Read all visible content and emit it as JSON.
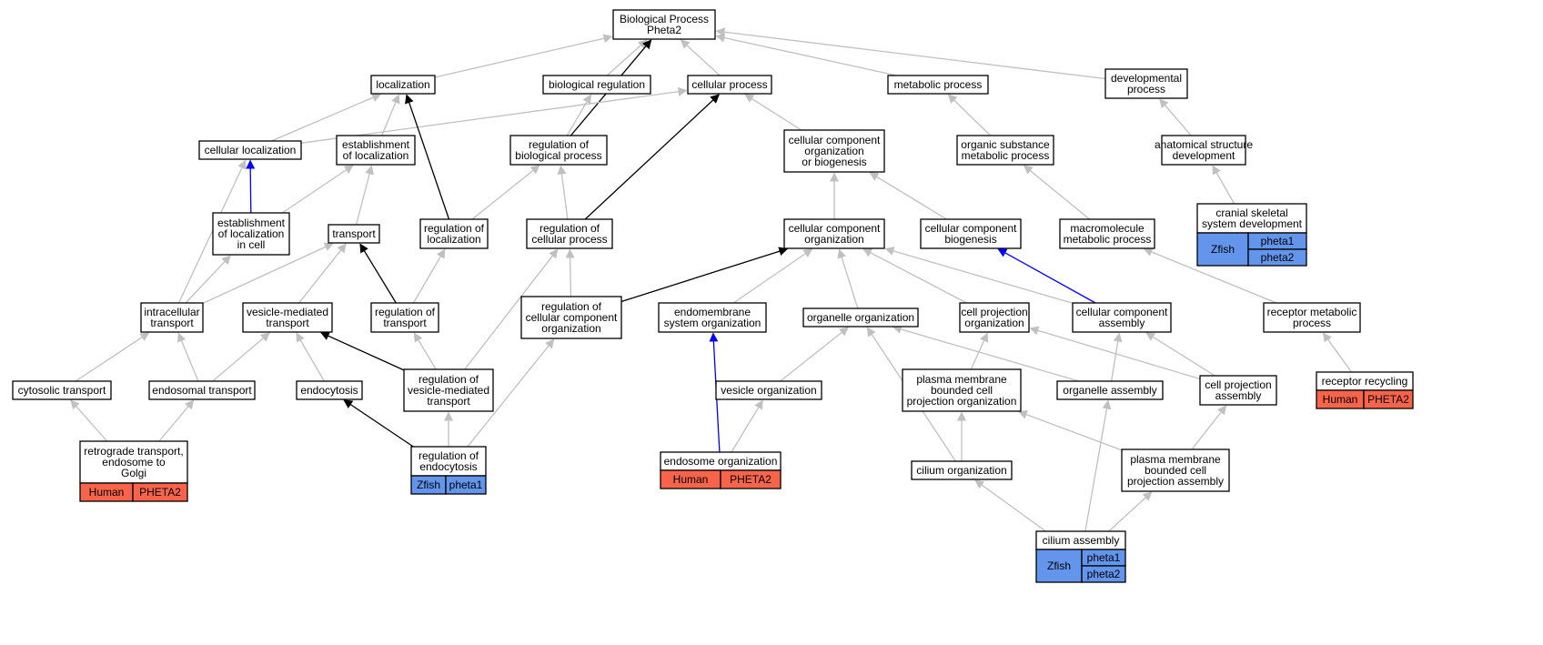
{
  "colors": {
    "gray_edge": "#c0c0c0",
    "black_edge": "#000000",
    "blue_edge": "#0000ff",
    "human_fill": "#f7644a",
    "zfish_fill": "#6495ed"
  },
  "nodes": [
    {
      "id": "bp",
      "lines": [
        "Biological Process",
        "Pheta2"
      ]
    },
    {
      "id": "loc",
      "lines": [
        "localization"
      ]
    },
    {
      "id": "bioreg",
      "lines": [
        "biological regulation"
      ]
    },
    {
      "id": "cellproc",
      "lines": [
        "cellular process"
      ]
    },
    {
      "id": "metab",
      "lines": [
        "metabolic process"
      ]
    },
    {
      "id": "dev",
      "lines": [
        "developmental",
        "process"
      ]
    },
    {
      "id": "cellloc",
      "lines": [
        "cellular localization"
      ]
    },
    {
      "id": "estloc",
      "lines": [
        "establishment",
        "of localization"
      ]
    },
    {
      "id": "regbp",
      "lines": [
        "regulation of",
        "biological process"
      ]
    },
    {
      "id": "ccob",
      "lines": [
        "cellular component",
        "organization",
        "or biogenesis"
      ]
    },
    {
      "id": "osmp",
      "lines": [
        "organic substance",
        "metabolic process"
      ]
    },
    {
      "id": "asd",
      "lines": [
        "anatomical structure",
        "development"
      ]
    },
    {
      "id": "estlocc",
      "lines": [
        "establishment",
        "of localization",
        "in cell"
      ]
    },
    {
      "id": "transport",
      "lines": [
        "transport"
      ]
    },
    {
      "id": "regloc",
      "lines": [
        "regulation of",
        "localization"
      ]
    },
    {
      "id": "regcp",
      "lines": [
        "regulation of",
        "cellular process"
      ]
    },
    {
      "id": "cco",
      "lines": [
        "cellular component",
        "organization"
      ]
    },
    {
      "id": "ccb",
      "lines": [
        "cellular component",
        "biogenesis"
      ]
    },
    {
      "id": "mmp",
      "lines": [
        "macromolecule",
        "metabolic process"
      ]
    },
    {
      "id": "intra",
      "lines": [
        "intracellular",
        "transport"
      ]
    },
    {
      "id": "vmt",
      "lines": [
        "vesicle-mediated",
        "transport"
      ]
    },
    {
      "id": "regtr",
      "lines": [
        "regulation of",
        "transport"
      ]
    },
    {
      "id": "regcco",
      "lines": [
        "regulation of",
        "cellular component",
        "organization"
      ]
    },
    {
      "id": "eso",
      "lines": [
        "endomembrane",
        "system organization"
      ]
    },
    {
      "id": "orgorg",
      "lines": [
        "organelle organization"
      ]
    },
    {
      "id": "cpo",
      "lines": [
        "cell projection",
        "organization"
      ]
    },
    {
      "id": "cca",
      "lines": [
        "cellular component",
        "assembly"
      ]
    },
    {
      "id": "rmp",
      "lines": [
        "receptor metabolic",
        "process"
      ]
    },
    {
      "id": "cyto",
      "lines": [
        "cytosolic transport"
      ]
    },
    {
      "id": "endotr",
      "lines": [
        "endosomal transport"
      ]
    },
    {
      "id": "endocyt",
      "lines": [
        "endocytosis"
      ]
    },
    {
      "id": "regvmt",
      "lines": [
        "regulation of",
        "vesicle-mediated",
        "transport"
      ]
    },
    {
      "id": "vesorg",
      "lines": [
        "vesicle organization"
      ]
    },
    {
      "id": "pmbcpo",
      "lines": [
        "plasma membrane",
        "bounded cell",
        "projection organization"
      ]
    },
    {
      "id": "orgasm",
      "lines": [
        "organelle assembly"
      ]
    },
    {
      "id": "cpa",
      "lines": [
        "cell projection",
        "assembly"
      ]
    },
    {
      "id": "cilorg",
      "lines": [
        "cilium organization"
      ]
    },
    {
      "id": "pmbcpa",
      "lines": [
        "plasma membrane",
        "bounded cell",
        "projection assembly"
      ]
    }
  ],
  "table_nodes": [
    {
      "id": "csd",
      "lines": [
        "cranial skeletal",
        "system development"
      ],
      "org": "Zfish",
      "genes": [
        "pheta1",
        "pheta2"
      ]
    },
    {
      "id": "rr",
      "lines": [
        "receptor recycling"
      ],
      "org": "Human",
      "genes": [
        "PHETA2"
      ]
    },
    {
      "id": "rteg",
      "lines": [
        "retrograde transport,",
        "endosome to",
        "Golgi"
      ],
      "org": "Human",
      "genes": [
        "PHETA2"
      ]
    },
    {
      "id": "regendo",
      "lines": [
        "regulation of",
        "endocytosis"
      ],
      "org": "Zfish",
      "genes": [
        "pheta1"
      ]
    },
    {
      "id": "endoorg",
      "lines": [
        "endosome organization"
      ],
      "org": "Human",
      "genes": [
        "PHETA2"
      ]
    },
    {
      "id": "cilasm",
      "lines": [
        "cilium assembly"
      ],
      "org": "Zfish",
      "genes": [
        "pheta1",
        "pheta2"
      ]
    }
  ],
  "edges": [
    {
      "from": "loc",
      "to": "bp",
      "color": "gray"
    },
    {
      "from": "bioreg",
      "to": "bp",
      "color": "gray"
    },
    {
      "from": "cellproc",
      "to": "bp",
      "color": "gray"
    },
    {
      "from": "metab",
      "to": "bp",
      "color": "gray"
    },
    {
      "from": "dev",
      "to": "bp",
      "color": "gray"
    },
    {
      "from": "regbp",
      "to": "bp",
      "color": "black"
    },
    {
      "from": "cellloc",
      "to": "loc",
      "color": "gray"
    },
    {
      "from": "cellloc",
      "to": "cellproc",
      "color": "gray"
    },
    {
      "from": "estloc",
      "to": "loc",
      "color": "gray"
    },
    {
      "from": "regbp",
      "to": "bioreg",
      "color": "gray"
    },
    {
      "from": "ccob",
      "to": "cellproc",
      "color": "gray"
    },
    {
      "from": "osmp",
      "to": "metab",
      "color": "gray"
    },
    {
      "from": "asd",
      "to": "dev",
      "color": "gray"
    },
    {
      "from": "estlocc",
      "to": "cellloc",
      "color": "blue"
    },
    {
      "from": "estlocc",
      "to": "estloc",
      "color": "gray"
    },
    {
      "from": "transport",
      "to": "estloc",
      "color": "gray"
    },
    {
      "from": "regloc",
      "to": "loc",
      "color": "black"
    },
    {
      "from": "regloc",
      "to": "regbp",
      "color": "gray"
    },
    {
      "from": "regcp",
      "to": "regbp",
      "color": "gray"
    },
    {
      "from": "regcp",
      "to": "cellproc",
      "color": "black"
    },
    {
      "from": "cco",
      "to": "ccob",
      "color": "gray"
    },
    {
      "from": "ccb",
      "to": "ccob",
      "color": "gray"
    },
    {
      "from": "mmp",
      "to": "osmp",
      "color": "gray"
    },
    {
      "from": "csd",
      "to": "asd",
      "color": "gray"
    },
    {
      "from": "intra",
      "to": "cellloc",
      "color": "gray"
    },
    {
      "from": "intra",
      "to": "estlocc",
      "color": "gray"
    },
    {
      "from": "intra",
      "to": "transport",
      "color": "gray"
    },
    {
      "from": "vmt",
      "to": "transport",
      "color": "gray"
    },
    {
      "from": "regtr",
      "to": "transport",
      "color": "black"
    },
    {
      "from": "regtr",
      "to": "regloc",
      "color": "gray"
    },
    {
      "from": "regcco",
      "to": "regcp",
      "color": "gray"
    },
    {
      "from": "regcco",
      "to": "cco",
      "color": "black"
    },
    {
      "from": "eso",
      "to": "cco",
      "color": "gray"
    },
    {
      "from": "orgorg",
      "to": "cco",
      "color": "gray"
    },
    {
      "from": "cpo",
      "to": "cco",
      "color": "gray"
    },
    {
      "from": "cca",
      "to": "cco",
      "color": "gray"
    },
    {
      "from": "cca",
      "to": "ccb",
      "color": "blue"
    },
    {
      "from": "rmp",
      "to": "mmp",
      "color": "gray"
    },
    {
      "from": "rr",
      "to": "rmp",
      "color": "gray"
    },
    {
      "from": "cyto",
      "to": "intra",
      "color": "gray"
    },
    {
      "from": "endotr",
      "to": "intra",
      "color": "gray"
    },
    {
      "from": "endotr",
      "to": "vmt",
      "color": "gray"
    },
    {
      "from": "endocyt",
      "to": "vmt",
      "color": "gray"
    },
    {
      "from": "regvmt",
      "to": "vmt",
      "color": "black"
    },
    {
      "from": "regvmt",
      "to": "regtr",
      "color": "gray"
    },
    {
      "from": "regvmt",
      "to": "regcp",
      "color": "gray"
    },
    {
      "from": "vesorg",
      "to": "orgorg",
      "color": "gray"
    },
    {
      "from": "pmbcpo",
      "to": "cpo",
      "color": "gray"
    },
    {
      "from": "orgasm",
      "to": "orgorg",
      "color": "gray"
    },
    {
      "from": "orgasm",
      "to": "cca",
      "color": "gray"
    },
    {
      "from": "cpa",
      "to": "cca",
      "color": "gray"
    },
    {
      "from": "cpa",
      "to": "cpo",
      "color": "gray"
    },
    {
      "from": "cilorg",
      "to": "orgorg",
      "color": "gray"
    },
    {
      "from": "cilorg",
      "to": "pmbcpo",
      "color": "gray"
    },
    {
      "from": "pmbcpa",
      "to": "pmbcpo",
      "color": "gray"
    },
    {
      "from": "pmbcpa",
      "to": "cpa",
      "color": "gray"
    },
    {
      "from": "rteg",
      "to": "cyto",
      "color": "gray"
    },
    {
      "from": "rteg",
      "to": "endotr",
      "color": "gray"
    },
    {
      "from": "regendo",
      "to": "endocyt",
      "color": "black"
    },
    {
      "from": "regendo",
      "to": "regvmt",
      "color": "gray"
    },
    {
      "from": "regendo",
      "to": "regcco",
      "color": "gray"
    },
    {
      "from": "endoorg",
      "to": "eso",
      "color": "blue"
    },
    {
      "from": "endoorg",
      "to": "vesorg",
      "color": "gray"
    },
    {
      "from": "cilasm",
      "to": "cilorg",
      "color": "gray"
    },
    {
      "from": "cilasm",
      "to": "orgasm",
      "color": "gray"
    },
    {
      "from": "cilasm",
      "to": "pmbcpa",
      "color": "gray"
    }
  ]
}
